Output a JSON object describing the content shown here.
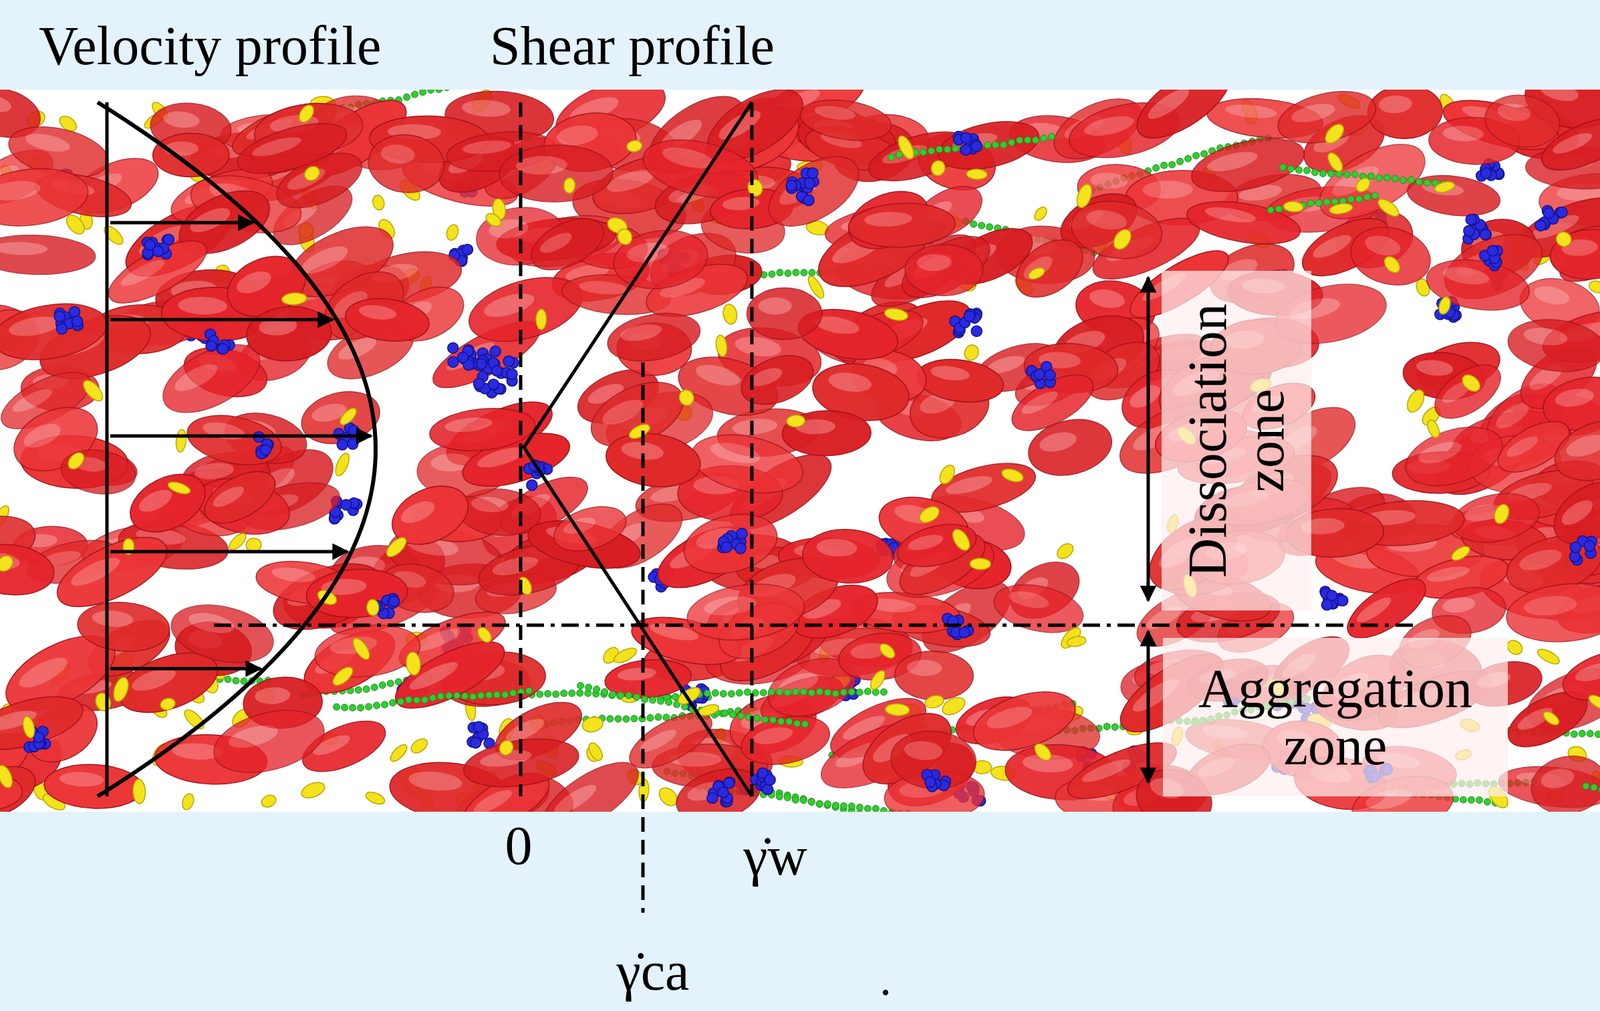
{
  "diagram": {
    "nodes": [
      {
        "text": [
          "Dissociation zone"
        ]
      },
      {
        "text": [
          "Aggregation zone"
        ]
      }
    ],
    "labels": [
      "Velocity profile",
      "Shear profile",
      "0",
      "γ̇w",
      "γ̇ca",
      "."
    ]
  }
}
